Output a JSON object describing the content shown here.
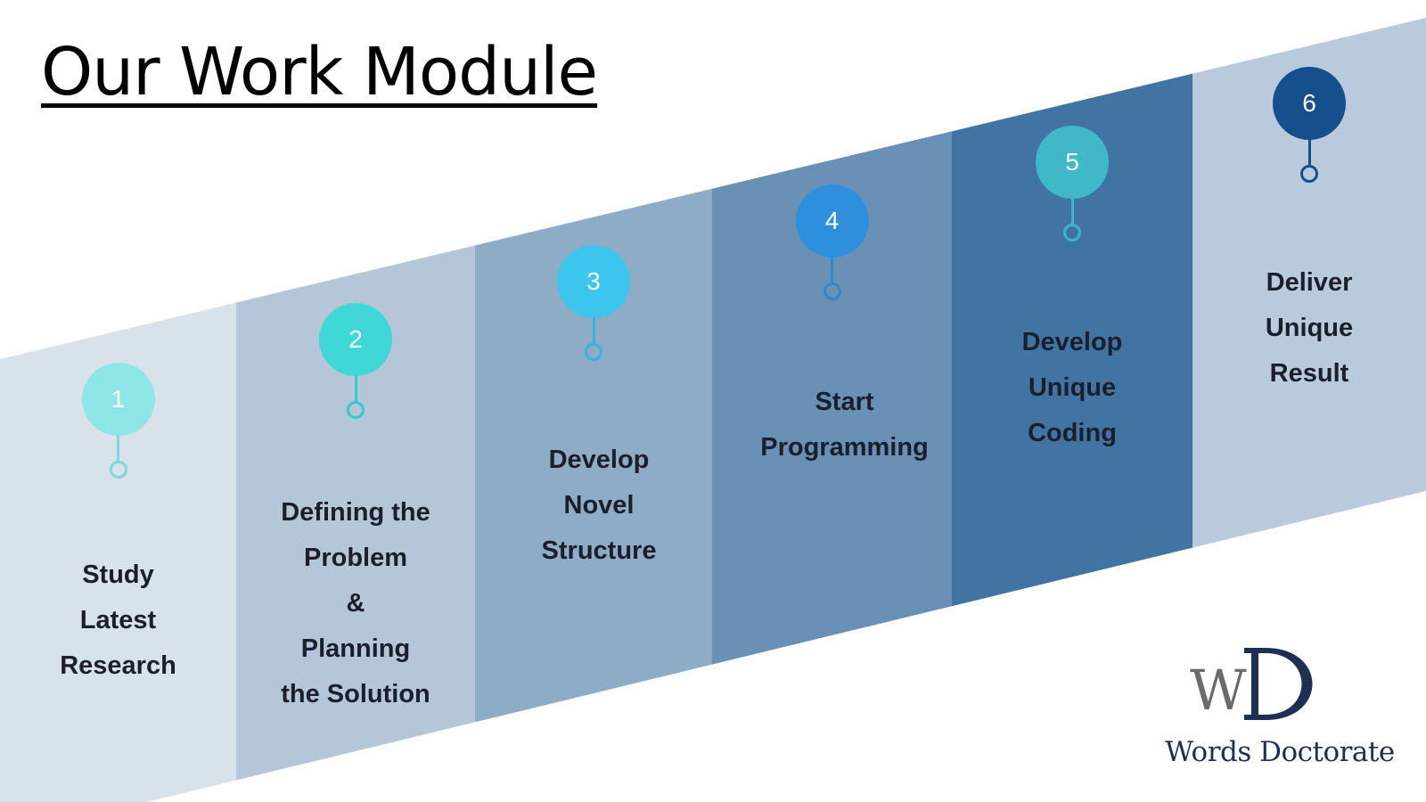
{
  "title": "Our Work Module",
  "colors": {
    "band_1": "#d8e2ea",
    "band_2": "#b4c6d8",
    "band_3": "#8eacc6",
    "band_4": "#6990b5",
    "band_5": "#4274a3",
    "band_6": "#b8cadb",
    "label_text": "#1a1f2b",
    "logo_navy": "#1d2f52",
    "logo_gray": "#6b6b6b"
  },
  "steps": [
    {
      "number": "1",
      "lines": [
        "Study",
        "Latest",
        "Research"
      ],
      "pin_color": "#8ee6e6"
    },
    {
      "number": "2",
      "lines": [
        "Defining the",
        "Problem",
        "&",
        "Planning",
        "the Solution"
      ],
      "pin_color": "#40d8d6"
    },
    {
      "number": "3",
      "lines": [
        "Develop",
        "Novel",
        "Structure"
      ],
      "pin_color": "#3cc6ee"
    },
    {
      "number": "4",
      "lines": [
        "Start",
        "Programming"
      ],
      "pin_color": "#2e90dc"
    },
    {
      "number": "5",
      "lines": [
        "Develop",
        "Unique",
        "Coding"
      ],
      "pin_color": "#40b8c8"
    },
    {
      "number": "6",
      "lines": [
        "Deliver",
        "Unique",
        "Result"
      ],
      "pin_color": "#15508c"
    }
  ],
  "logo": {
    "monogram": "WD",
    "name": "Words Doctorate"
  }
}
